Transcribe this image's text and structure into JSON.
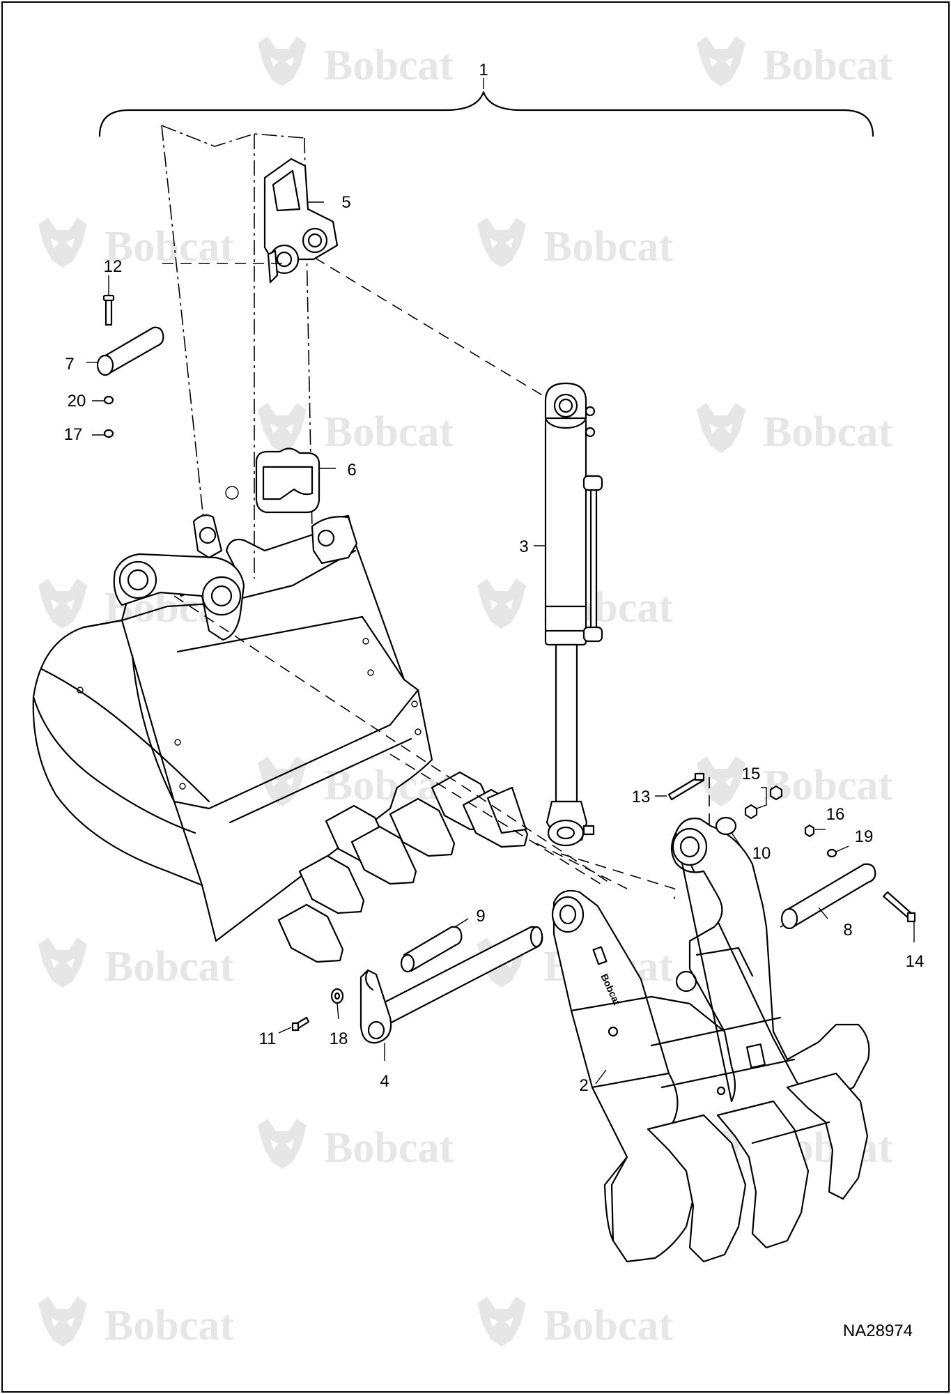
{
  "drawing": {
    "id": "NA28974",
    "watermark_text": "Bobcat",
    "watermark_color": "#e6e6e6"
  },
  "callouts": {
    "c1": "1",
    "c2": "2",
    "c3": "3",
    "c4": "4",
    "c5": "5",
    "c6": "6",
    "c7": "7",
    "c8": "8",
    "c9": "9",
    "c10": "10",
    "c11": "11",
    "c12": "12",
    "c13": "13",
    "c14": "14",
    "c15": "15",
    "c16": "16",
    "c17": "17",
    "c18": "18",
    "c19": "19",
    "c20": "20"
  }
}
